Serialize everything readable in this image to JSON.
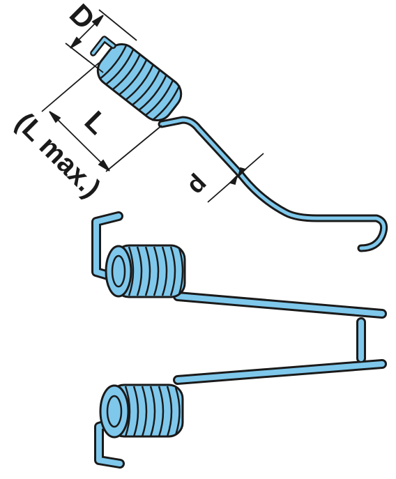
{
  "labels": {
    "D": "D",
    "L": "L",
    "L_max": "(L  max.)",
    "d": "d"
  },
  "colors": {
    "spring_fill": "#7fc8ec",
    "outline": "#1a1a1a",
    "background": "#ffffff"
  }
}
